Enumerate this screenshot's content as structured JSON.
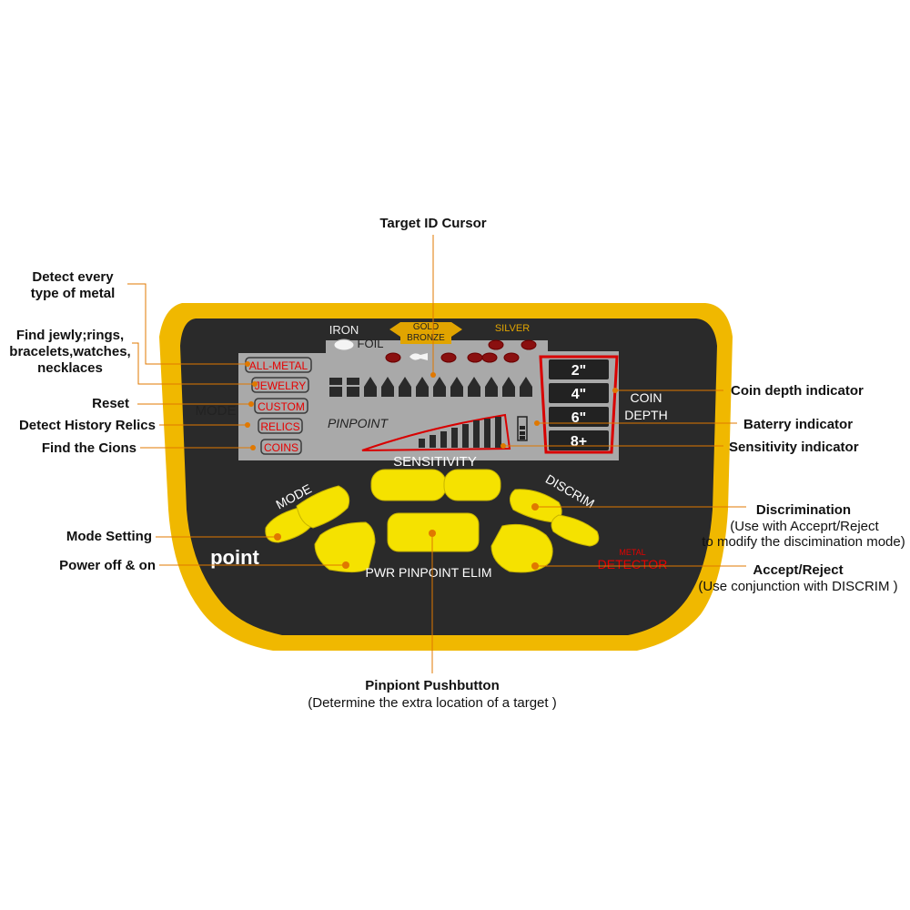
{
  "device": {
    "brand": "point",
    "brand_tagline_top": "METAL",
    "brand_tagline_bottom": "DETECTOR",
    "iron_label": "IRON",
    "foil_label": "FOIL",
    "gold_label_top": "GOLD",
    "gold_label_bottom": "BRONZE",
    "silver_label": "SILVER",
    "mode_label": "MODE",
    "modes": [
      "ALL-METAL",
      "JEWELRY",
      "CUSTOM",
      "RELICS",
      "COINS"
    ],
    "pinpoint_label": "PINPOINT",
    "depths": [
      "2\"",
      "4\"",
      "6\"",
      "8+"
    ],
    "coin_label": "COIN",
    "depth_label": "DEPTH",
    "buttons": {
      "sensitivity": "SENSITIVITY",
      "mode": "MODE",
      "discrim": "DISCRIM",
      "bottom_row": "PWR PINPOINT ELIM"
    },
    "colors": {
      "body": "#2a2a2a",
      "rim": "#f0b800",
      "screen": "#a9a9a9",
      "button": "#f5e200",
      "accent": "#e60000",
      "leader": "#e07800"
    }
  },
  "callouts": {
    "target_id": "Target ID Cursor",
    "detect_every_1": "Detect every",
    "detect_every_2": "type of metal",
    "find_jewelry_1": "Find jewly;rings,",
    "find_jewelry_2": "bracelets,watches,",
    "find_jewelry_3": "necklaces",
    "reset": "Reset",
    "relics": "Detect History Relics",
    "coins": "Find the Cions",
    "mode_setting": "Mode Setting",
    "power": "Power off & on",
    "coin_depth": "Coin depth indicator",
    "battery": "Baterry indicator",
    "sensitivity": "Sensitivity indicator",
    "discrimination": "Discrimination",
    "discrimination_sub1": "(Use with Acceprt/Reject",
    "discrimination_sub2": "to modify the discimination mode)",
    "accept": "Accept/Reject",
    "accept_sub": "(Use conjunction with DISCRIM )",
    "pinpoint": "Pinpiont Pushbutton",
    "pinpoint_sub": "(Determine the extra location of a target )"
  }
}
